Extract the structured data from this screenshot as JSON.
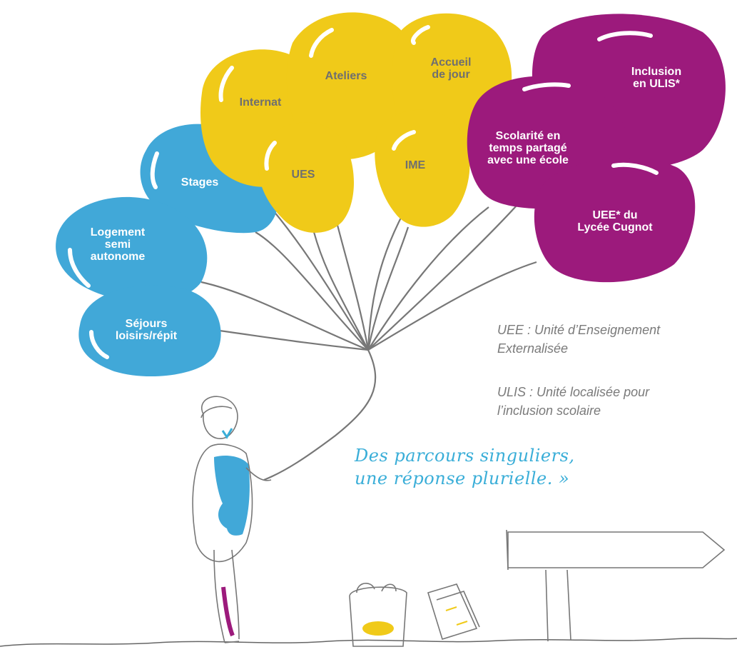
{
  "colors": {
    "blue": "#41a8d8",
    "yellow": "#f0ca19",
    "purple": "#9c1a7c",
    "string": "#777777",
    "label_on_blue": "#ffffff",
    "label_on_yellow": "#6f6f6f",
    "label_on_purple": "#ffffff",
    "note_text": "#7a7a7a",
    "slogan_text": "#3aaed8"
  },
  "balloons": {
    "internat": [
      "Internat"
    ],
    "ateliers": [
      "Ateliers"
    ],
    "accueil": [
      "Accueil",
      "de jour"
    ],
    "ues": [
      "UES"
    ],
    "ime": [
      "IME"
    ],
    "stages": [
      "Stages"
    ],
    "logement": [
      "Logement",
      "semi",
      "autonome"
    ],
    "sejours": [
      "Séjours",
      "loisirs/répit"
    ],
    "inclusion": [
      "Inclusion",
      "en ULIS*"
    ],
    "scolarite": [
      "Scolarité en",
      "temps partagé",
      "avec une école"
    ],
    "uee": [
      "UEE* du",
      "Lycée Cugnot"
    ]
  },
  "notes": {
    "uee": [
      "UEE : Unité d’Enseignement",
      "Externalisée"
    ],
    "ulis": [
      "ULIS : Unité localisée pour",
      "l’inclusion scolaire"
    ]
  },
  "slogan": [
    "Des parcours singuliers,",
    "une réponse plurielle. »"
  ],
  "icons": [
    "child-figure-icon",
    "signpost-icon",
    "basket-icon",
    "papers-icon",
    "balloon-icon"
  ]
}
